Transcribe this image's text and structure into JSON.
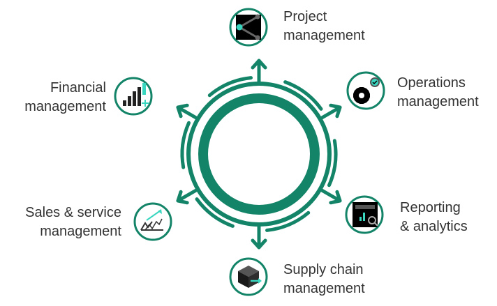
{
  "diagram": {
    "accent_color": "#138468",
    "highlight_color": "#39d6c0",
    "nodes": [
      {
        "id": "project",
        "icon": "network-share-icon",
        "line1": "Project",
        "line2": "management"
      },
      {
        "id": "operations",
        "icon": "gear-check-icon",
        "line1": "Operations",
        "line2": "management"
      },
      {
        "id": "reporting",
        "icon": "report-search-icon",
        "line1": "Reporting",
        "line2": "& analytics"
      },
      {
        "id": "supply",
        "icon": "box-arrow-icon",
        "line1": "Supply chain",
        "line2": "management"
      },
      {
        "id": "sales",
        "icon": "trend-chart-icon",
        "line1": "Sales & service",
        "line2": "management"
      },
      {
        "id": "financial",
        "icon": "bar-chart-plus-icon",
        "line1": "Financial",
        "line2": "management"
      }
    ]
  }
}
